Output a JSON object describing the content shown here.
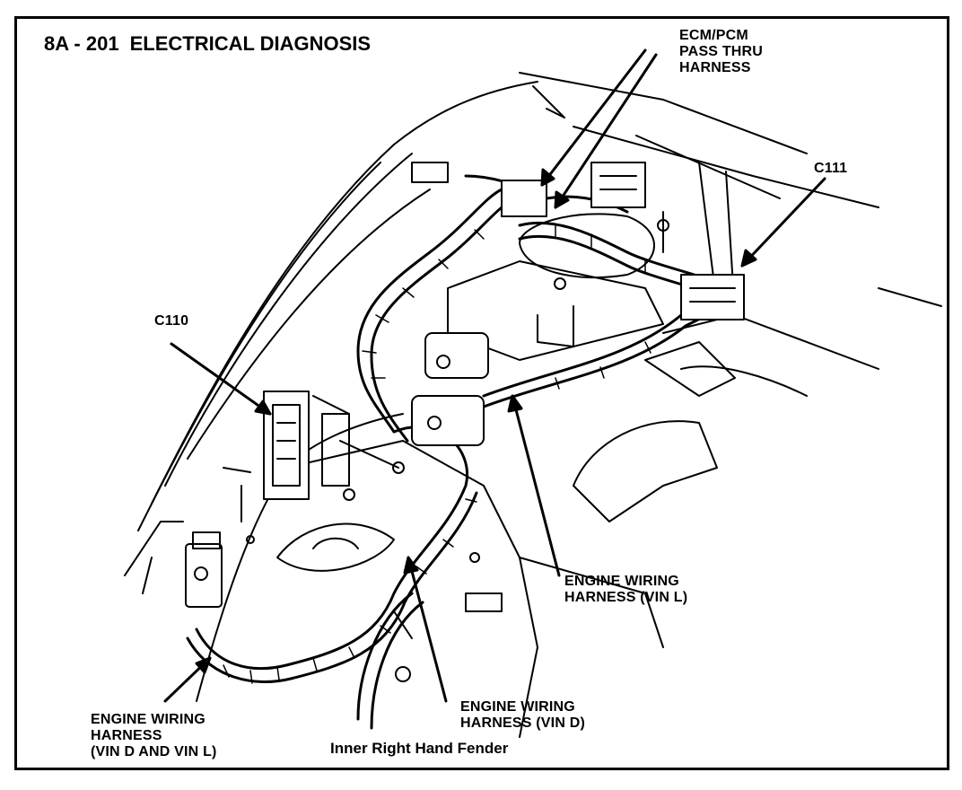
{
  "header": {
    "code": "8A - 201",
    "title": "ELECTRICAL DIAGNOSIS"
  },
  "labels": {
    "ecm_pass_thru": "ECM/PCM\nPASS THRU\nHARNESS",
    "c111": "C111",
    "c110": "C110",
    "engine_harness_vin_l": "ENGINE WIRING\nHARNESS (VIN L)",
    "engine_harness_vin_d": "ENGINE WIRING\nHARNESS (VIN D)",
    "engine_harness_vin_d_and_l": "ENGINE WIRING\nHARNESS\n(VIN D AND VIN L)"
  },
  "caption": "Inner Right Hand Fender"
}
